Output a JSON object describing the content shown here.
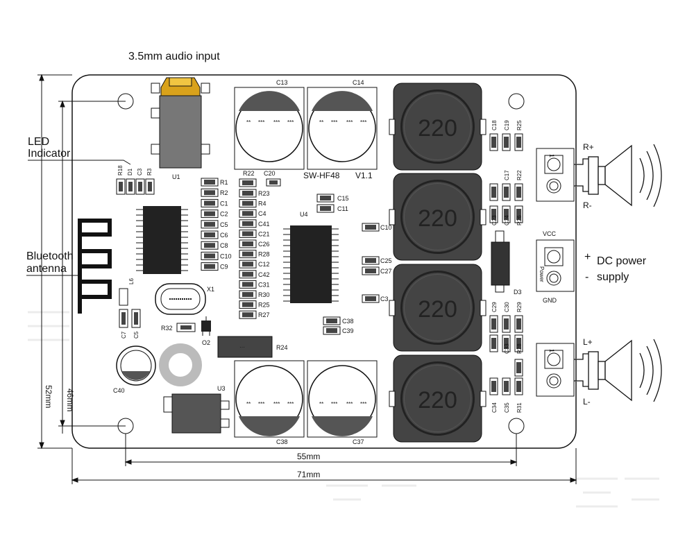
{
  "callouts": {
    "audio_input": "3.5mm audio input",
    "led_indicator_1": "LED",
    "led_indicator_2": "Indicator",
    "bluetooth_1": "Bluetooth",
    "bluetooth_2": "antenna",
    "dc_power_1": "DC power",
    "dc_power_2": "supply",
    "plus": "+",
    "minus": "-"
  },
  "board": {
    "model": "SW-HF48",
    "version": "V1.1",
    "inductor_value": "220"
  },
  "dimensions": {
    "inner_width": "55mm",
    "outer_width": "71mm",
    "inner_height": "46mm",
    "outer_height": "52mm"
  },
  "terminals": {
    "right_speaker_plus": "R+",
    "right_speaker_minus": "R-",
    "left_speaker_plus": "L+",
    "left_speaker_minus": "L-",
    "vcc": "VCC",
    "gnd": "GND",
    "power_silk": "Power",
    "pin1": "1"
  },
  "designators": {
    "caps_large_top": [
      "C13",
      "C14"
    ],
    "caps_large_bottom": [
      "C38",
      "C37"
    ],
    "u1": "U1",
    "u3": "U3",
    "u4": "U4",
    "x1": "X1",
    "o2": "O2",
    "r24": "R24",
    "r32": "R32",
    "d3": "D3",
    "c40": "C40",
    "l6": "L6",
    "c7": "C7",
    "c5": "C5",
    "c15": "C15",
    "c11": "C11",
    "c38s": "C38",
    "c39": "C39",
    "c10": "C10",
    "c25": "C25",
    "c27": "C27",
    "c3x": "C3",
    "r22_top": "R22",
    "c20_top": "C20",
    "left_top": [
      "R18",
      "D1",
      "C3",
      "R3"
    ],
    "column_a": [
      "R1",
      "R2",
      "C1",
      "C2",
      "C5",
      "C6",
      "C8",
      "C10",
      "C9"
    ],
    "column_b": [
      "R23",
      "R4",
      "C4",
      "C41",
      "C21",
      "C26",
      "R28",
      "C12",
      "C42",
      "C31",
      "R30",
      "R25",
      "R27"
    ],
    "right_group_1": [
      "C18",
      "C19",
      "R25"
    ],
    "right_group_2": [
      "C17",
      "R22"
    ],
    "right_group_3": [
      "C23",
      "C24",
      "R26"
    ],
    "right_group_4": [
      "C29",
      "C30",
      "R29"
    ],
    "right_group_5": [
      "C33",
      "R28"
    ],
    "right_group_6": [
      "C34",
      "C35",
      "R31"
    ]
  },
  "cap_marks": [
    "**",
    "***",
    "***",
    "***"
  ]
}
